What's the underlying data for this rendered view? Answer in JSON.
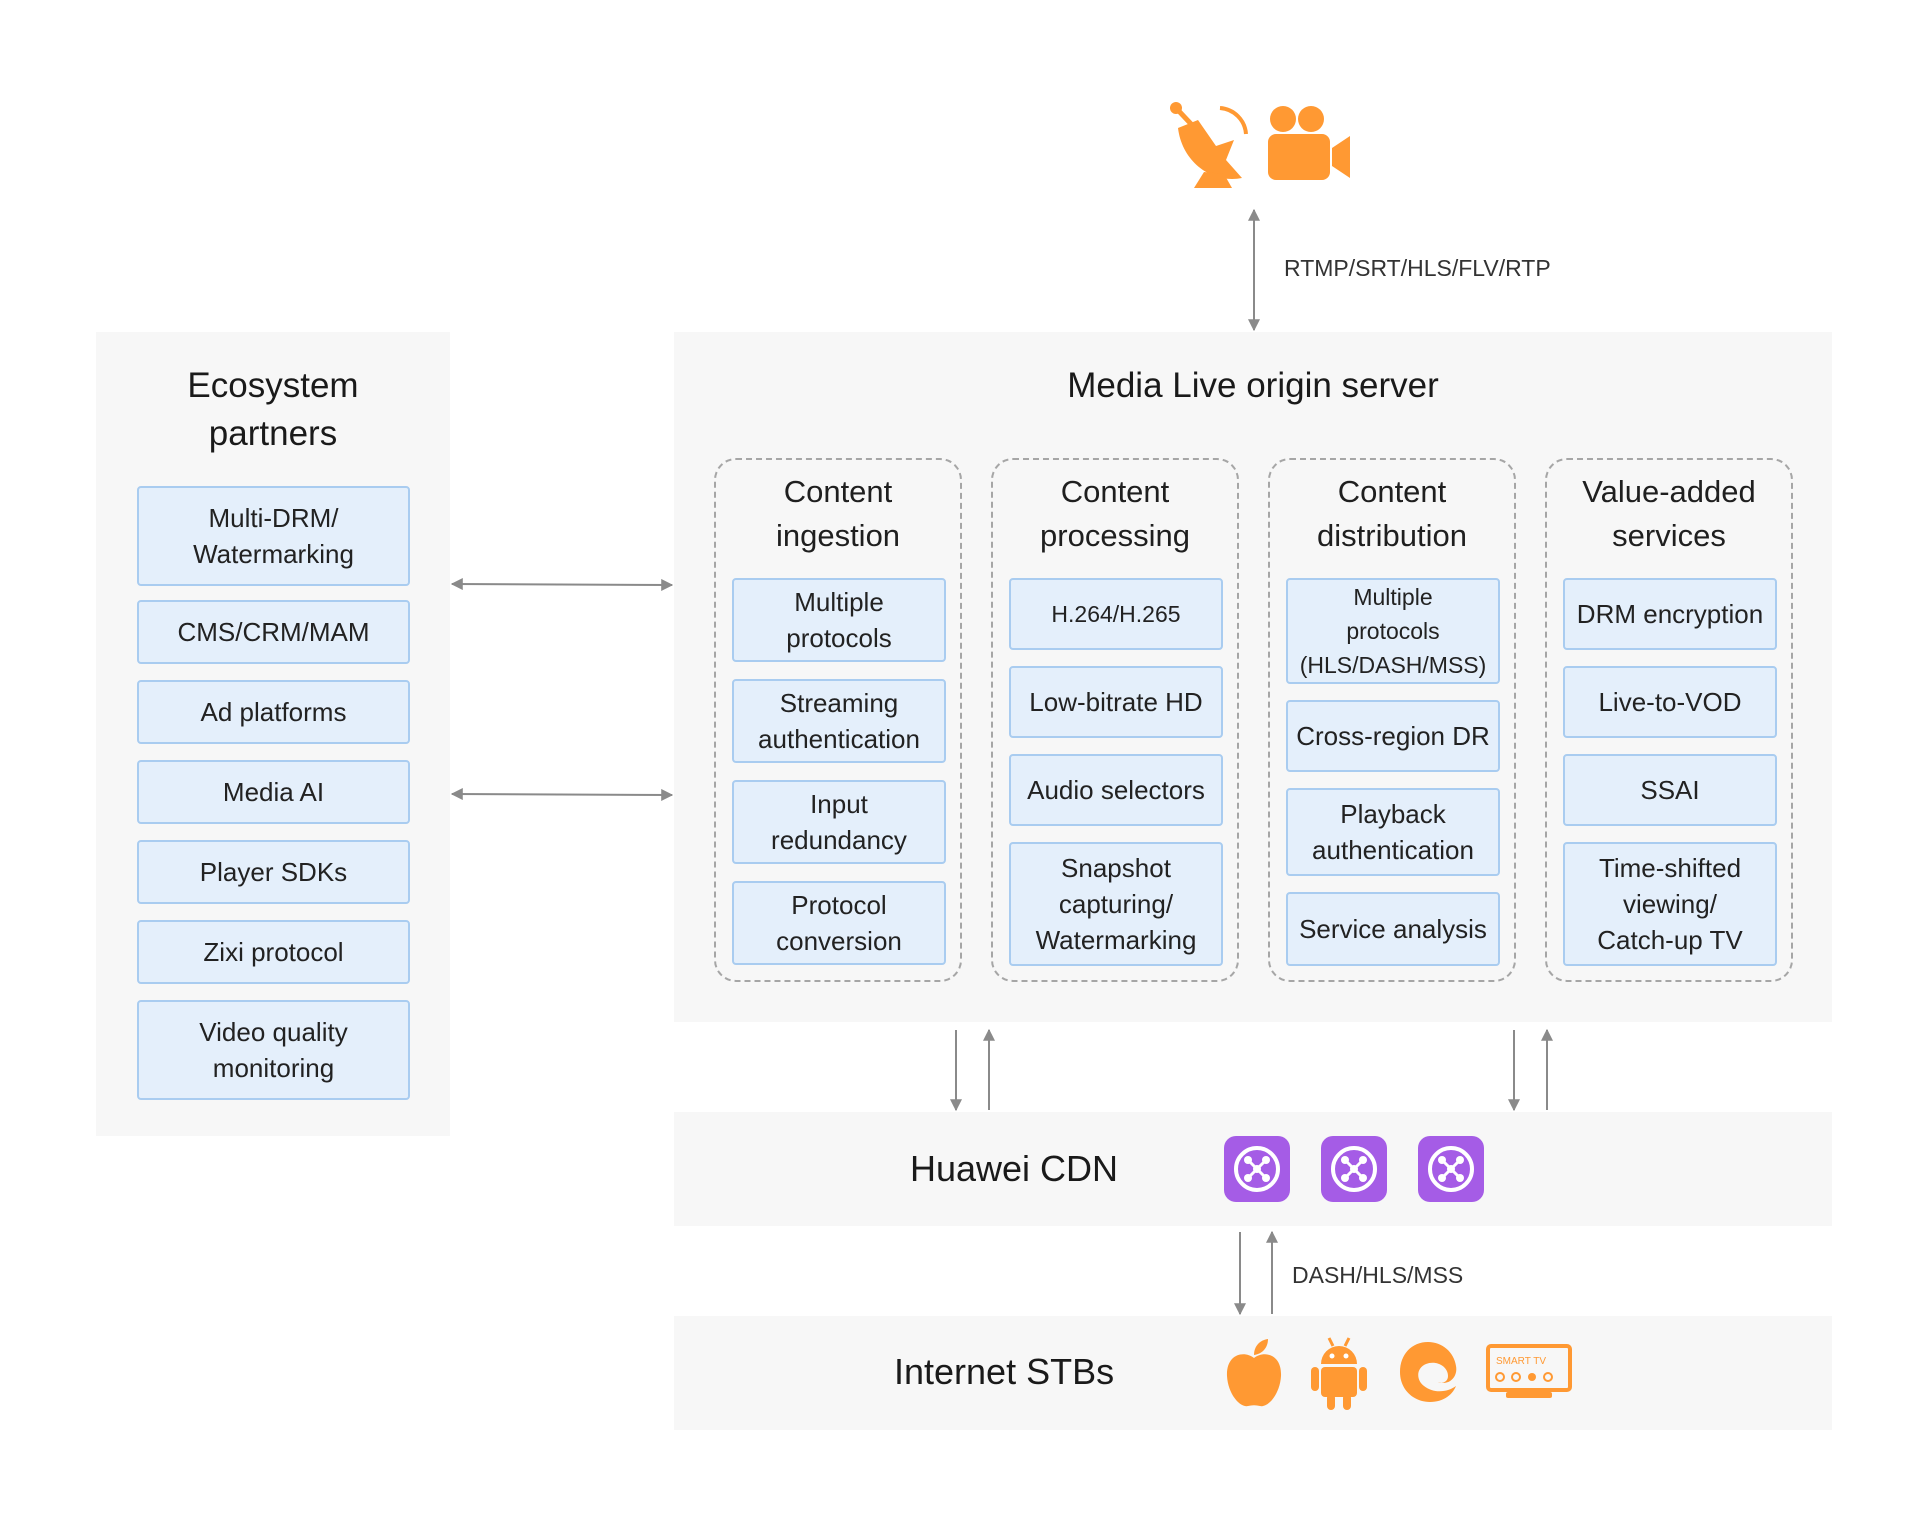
{
  "source_icons": [
    "satellite-dish-icon",
    "video-camera-icon"
  ],
  "top_protocol": "RTMP/SRT/HLS/FLV/RTP",
  "ecosystem": {
    "title": "Ecosystem\npartners",
    "items": [
      "Multi-DRM/\nWatermarking",
      "CMS/CRM/MAM",
      "Ad platforms",
      "Media AI",
      "Player SDKs",
      "Zixi protocol",
      "Video quality\nmonitoring"
    ]
  },
  "origin": {
    "title": "Media Live origin server",
    "groups": [
      {
        "title": "Content\ningestion",
        "items": [
          "Multiple\nprotocols",
          "Streaming\nauthentication",
          "Input\nredundancy",
          "Protocol\nconversion"
        ]
      },
      {
        "title": "Content\nprocessing",
        "items": [
          "H.264/H.265",
          "Low-bitrate HD",
          "Audio selectors",
          "Snapshot\ncapturing/\nWatermarking"
        ]
      },
      {
        "title": "Content\ndistribution",
        "items": [
          "Multiple\nprotocols\n(HLS/DASH/MSS)",
          "Cross-region DR",
          "Playback\nauthentication",
          "Service analysis"
        ]
      },
      {
        "title": "Value-added\nservices",
        "items": [
          "DRM encryption",
          "Live-to-VOD",
          "SSAI",
          "Time-shifted\nviewing/\nCatch-up TV"
        ]
      }
    ]
  },
  "cdn": {
    "title": "Huawei CDN",
    "icons": [
      "cdn-node-icon",
      "cdn-node-icon",
      "cdn-node-icon"
    ]
  },
  "bottom_protocol": "DASH/HLS/MSS",
  "stb": {
    "title": "Internet STBs",
    "icons": [
      "apple-icon",
      "android-icon",
      "edge-browser-icon",
      "smart-tv-icon"
    ],
    "smart_tv_label": "SMART TV"
  },
  "colors": {
    "orange": "#ff9933",
    "purple": "#a55ce6",
    "box_fill": "#e4effb",
    "box_border": "#a9ccf0",
    "panel": "#f7f7f7"
  }
}
